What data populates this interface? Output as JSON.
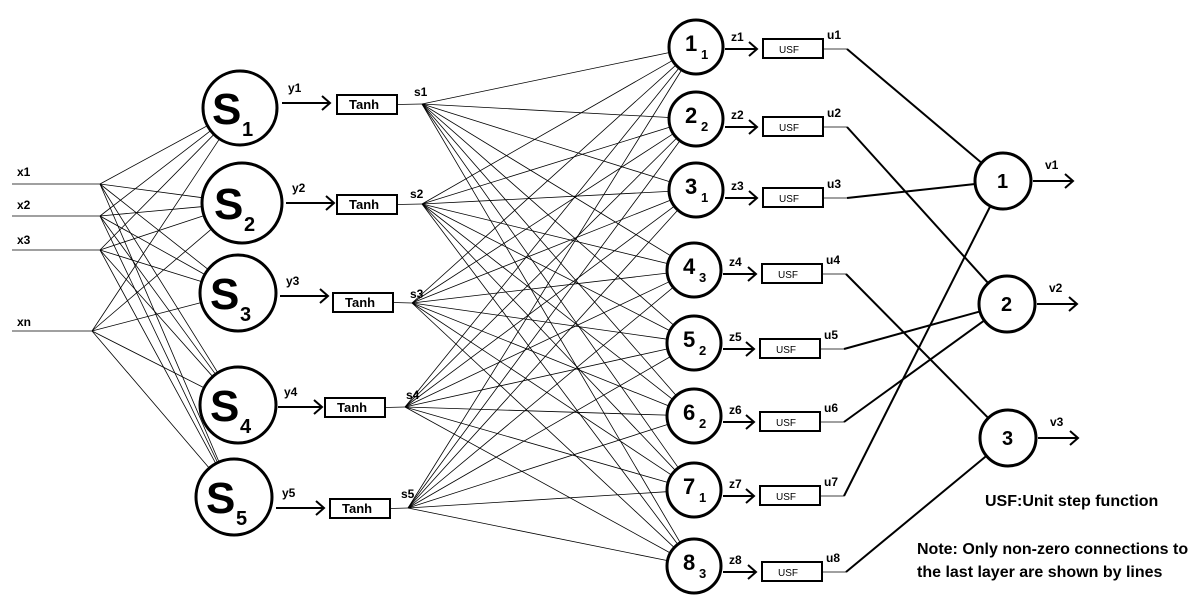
{
  "inputs": [
    {
      "label": "x1"
    },
    {
      "label": "x2"
    },
    {
      "label": "x3"
    },
    {
      "label": "xn"
    }
  ],
  "hidden1": [
    {
      "main": "S",
      "sub": "1",
      "out": "y1",
      "box": "Tanh",
      "act": "s1"
    },
    {
      "main": "S",
      "sub": "2",
      "out": "y2",
      "box": "Tanh",
      "act": "s2"
    },
    {
      "main": "S",
      "sub": "3",
      "out": "y3",
      "box": "Tanh",
      "act": "s3"
    },
    {
      "main": "S",
      "sub": "4",
      "out": "y4",
      "box": "Tanh",
      "act": "s4"
    },
    {
      "main": "S",
      "sub": "5",
      "out": "y5",
      "box": "Tanh",
      "act": "s5"
    }
  ],
  "hidden2": [
    {
      "main": "1",
      "sub": "1",
      "out": "z1",
      "box": "USF",
      "act": "u1",
      "target": 1
    },
    {
      "main": "2",
      "sub": "2",
      "out": "z2",
      "box": "USF",
      "act": "u2",
      "target": 2
    },
    {
      "main": "3",
      "sub": "1",
      "out": "z3",
      "box": "USF",
      "act": "u3",
      "target": 1
    },
    {
      "main": "4",
      "sub": "3",
      "out": "z4",
      "box": "USF",
      "act": "u4",
      "target": 3
    },
    {
      "main": "5",
      "sub": "2",
      "out": "z5",
      "box": "USF",
      "act": "u5",
      "target": 2
    },
    {
      "main": "6",
      "sub": "2",
      "out": "z6",
      "box": "USF",
      "act": "u6",
      "target": 2
    },
    {
      "main": "7",
      "sub": "1",
      "out": "z7",
      "box": "USF",
      "act": "u7",
      "target": 1
    },
    {
      "main": "8",
      "sub": "3",
      "out": "z8",
      "box": "USF",
      "act": "u8",
      "target": 3
    }
  ],
  "outputs": [
    {
      "label": "1",
      "out": "v1"
    },
    {
      "label": "2",
      "out": "v2"
    },
    {
      "label": "3",
      "out": "v3"
    }
  ],
  "legend": {
    "usf_abbr": "USF",
    "usf_def": ":Unit step function",
    "note_line1": "Note: Only non-zero connections to",
    "note_line2": "the last layer are shown by lines"
  }
}
